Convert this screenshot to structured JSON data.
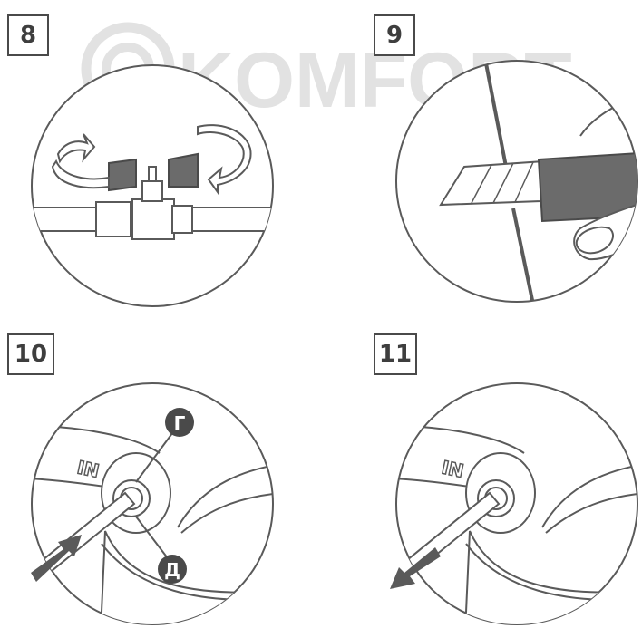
{
  "watermark": {
    "text": "KOMFORT"
  },
  "steps": [
    {
      "number": "8"
    },
    {
      "number": "9"
    },
    {
      "number": "10",
      "callouts": [
        "Г",
        "Д"
      ],
      "port_label": "IN"
    },
    {
      "number": "11",
      "port_label": "IN"
    }
  ],
  "colors": {
    "line": "#5a5a5a",
    "dark_fill": "#6b6b6b",
    "watermark": "#e4e4e4"
  }
}
